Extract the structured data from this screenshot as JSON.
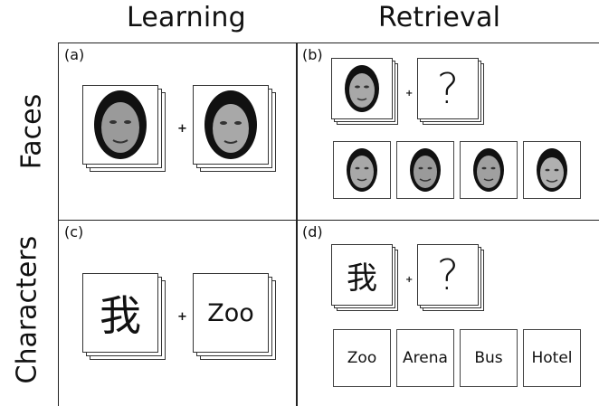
{
  "columns": {
    "learning": "Learning",
    "retrieval": "Retrieval"
  },
  "rows": {
    "faces": "Faces",
    "characters": "Characters"
  },
  "panels": {
    "a": "(a)",
    "b": "(b)",
    "c": "(c)",
    "d": "(d)"
  },
  "plus": "+",
  "question": "?",
  "character": "我",
  "learning_word": "Zoo",
  "options": [
    "Zoo",
    "Arena",
    "Bus",
    "Hotel"
  ],
  "colors": {
    "border": "#222222",
    "face_bg": "#111111"
  }
}
